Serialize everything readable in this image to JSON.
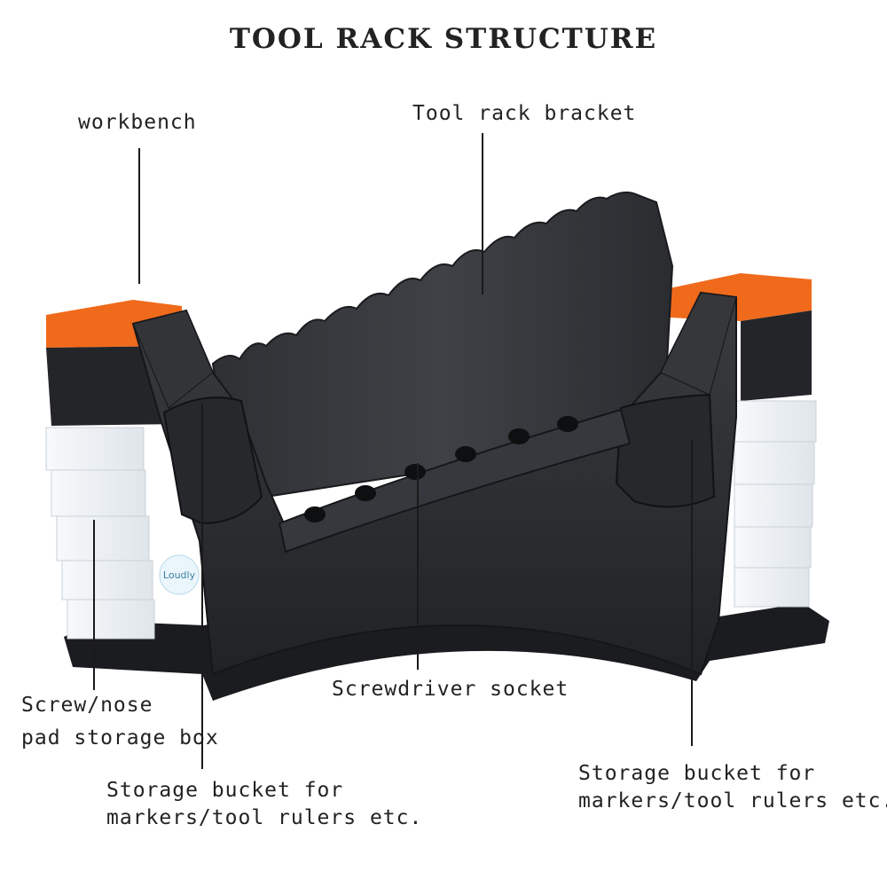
{
  "title": "TOOL RACK STRUCTURE",
  "labels": {
    "workbench": "workbench",
    "bracket": "Tool rack bracket",
    "screw_box_line1": "Screw/nose",
    "screw_box_line2": "pad storage box",
    "socket": "Screwdriver socket",
    "bucket_left_line1": "Storage bucket for",
    "bucket_left_line2": "markers/tool rulers etc.",
    "bucket_right_line1": "Storage bucket for",
    "bucket_right_line2": "markers/tool rulers etc."
  },
  "badge": "Loudly",
  "colors": {
    "rack_body": "#2b2d30",
    "rack_shadow": "#16171a",
    "rack_highlight": "#4a4d52",
    "workbench_top": "#f06a1c",
    "drawers": "#eef2f5",
    "badge_fill": "#eaf6fc"
  }
}
